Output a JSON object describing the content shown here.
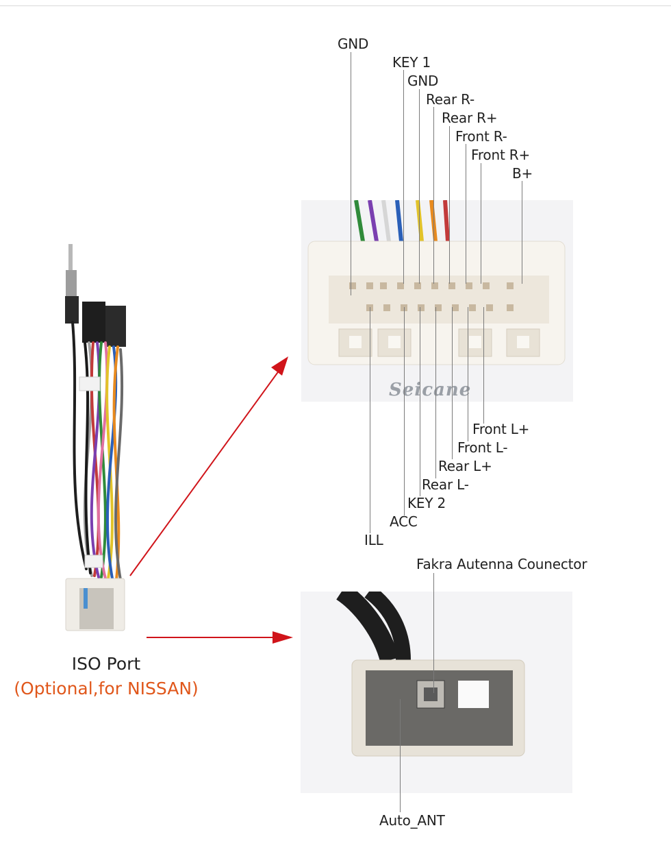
{
  "colors": {
    "arrow": "#d0141a",
    "subtitle": "#e0571b",
    "leader": "#7a7a7a"
  },
  "iso_port": {
    "title": "ISO Port",
    "subtitle": "(Optional,for NISSAN)"
  },
  "connector": {
    "watermark": "Seicane",
    "top_pins": [
      "GND",
      "KEY 1",
      "GND",
      "Rear R-",
      "Rear R+",
      "Front R-",
      "Front R+",
      "B+"
    ],
    "bottom_pins": [
      "Front L+",
      "Front L-",
      "Rear L+",
      "Rear L-",
      "KEY 2",
      "ACC",
      "ILL"
    ]
  },
  "fakra": {
    "top_label": "Fakra Autenna Counector",
    "bottom_label": "Auto_ANT"
  }
}
